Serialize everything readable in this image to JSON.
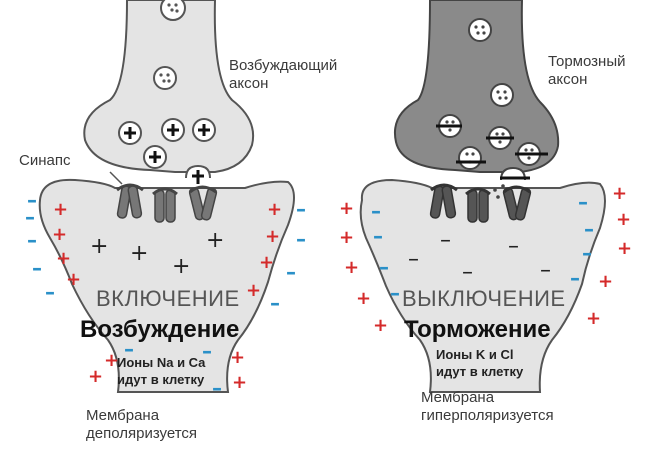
{
  "left": {
    "axon_label": [
      "Возбуждающий",
      "аксон"
    ],
    "synapse_label": "Синапс",
    "state_label": "ВКЛЮЧЕНИЕ",
    "title": "Возбуждение",
    "ions_label": [
      "Ионы Na и Ca",
      "идут в клетку"
    ],
    "membrane_label": [
      "Мембрана",
      "деполяризуется"
    ]
  },
  "right": {
    "axon_label": [
      "Тормозный",
      "аксон"
    ],
    "state_label": "ВЫКЛЮЧЕНИЕ",
    "title": "Торможение",
    "ions_label": [
      "Ионы K и Cl",
      "идут в клетку"
    ],
    "membrane_label": [
      "Мембрана",
      "гиперполяризуется"
    ]
  },
  "colors": {
    "excitatory_fill": "#e4e4e4",
    "inhibitory_fill": "#8a8a8a",
    "positive_charge": "#d42a2a",
    "negative_charge": "#2a90c8",
    "outline": "#555555"
  }
}
